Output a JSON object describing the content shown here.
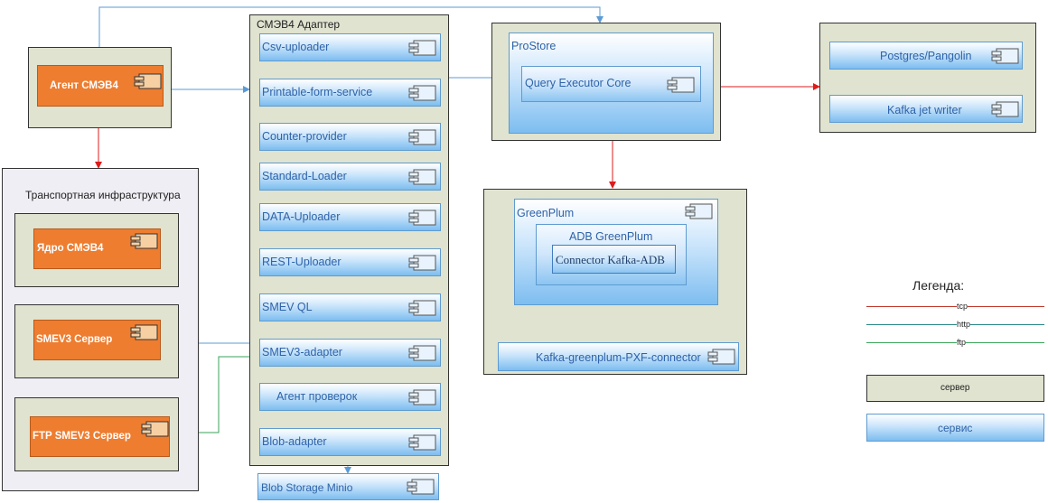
{
  "agent": {
    "label": "Агент СМЭВ4"
  },
  "transport": {
    "title": "Транспортная инфраструктура",
    "items": [
      "Ядро СМЭВ4",
      "SMEV3 Сервер",
      "FTP SMEV3 Сервер"
    ]
  },
  "adapter": {
    "title": "СМЭВ4 Адаптер",
    "services": [
      "Csv-uploader",
      "Printable-form-service",
      "Counter-provider",
      "Standard-Loader",
      "DATA-Uploader",
      "REST-Uploader",
      "SMEV QL",
      "SMEV3-adapter",
      "Агент проверок",
      "Blob-adapter"
    ],
    "external": "Blob Storage Minio"
  },
  "prostore": {
    "title": "ProStore",
    "core": "Query Executor Core"
  },
  "postgres": {
    "top": "Postgres/Pangolin",
    "bottom": "Kafka jet writer"
  },
  "greenplum": {
    "title": "GreenPlum",
    "adb": "ADB GreenPlum",
    "connector": "Connector Kafka-ADB",
    "pxf": "Kafka-greenplum-PXF-connector"
  },
  "legend": {
    "title": "Легенда:",
    "lines": [
      {
        "label": "tcp",
        "color": "#c0392b"
      },
      {
        "label": "http",
        "color": "#2a8a8a"
      },
      {
        "label": "ftp",
        "color": "#3aa35a"
      }
    ],
    "server": "сервер",
    "service": "сервис"
  },
  "colors": {
    "tcp": "#e01b1b",
    "http": "#5b9bd5",
    "ftp": "#3aa35a",
    "server_bg": "#dfe3cf",
    "orange": "#ee7d30"
  }
}
